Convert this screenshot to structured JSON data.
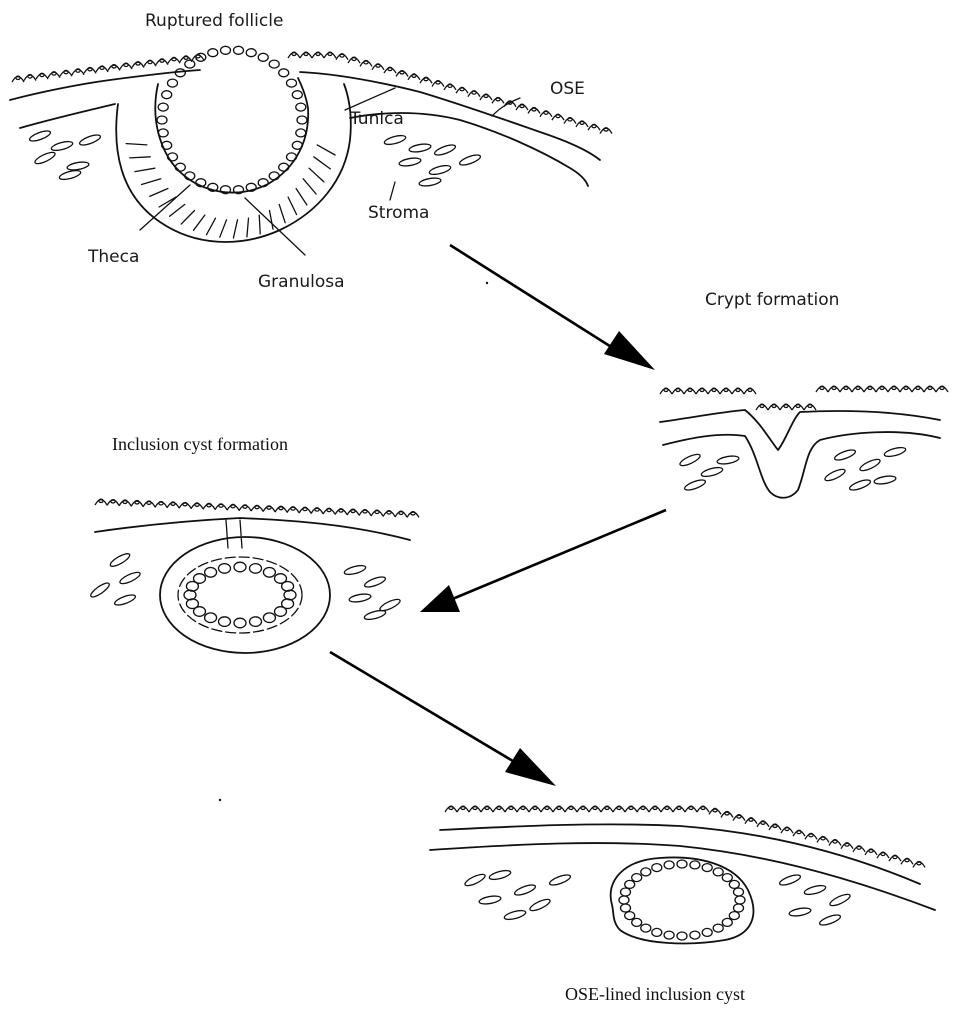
{
  "diagram": {
    "panels": {
      "ruptured_follicle": {
        "title": "Ruptured follicle",
        "labels": {
          "ose": "OSE",
          "tunica": "Tunica",
          "stroma": "Stroma",
          "theca": "Theca",
          "granulosa": "Granulosa"
        }
      },
      "crypt": {
        "title": "Crypt formation"
      },
      "inclusion_cyst_formation": {
        "title": "Inclusion cyst formation"
      },
      "ose_lined_cyst": {
        "title": "OSE-lined inclusion cyst"
      }
    },
    "ink_color": "#111111"
  }
}
